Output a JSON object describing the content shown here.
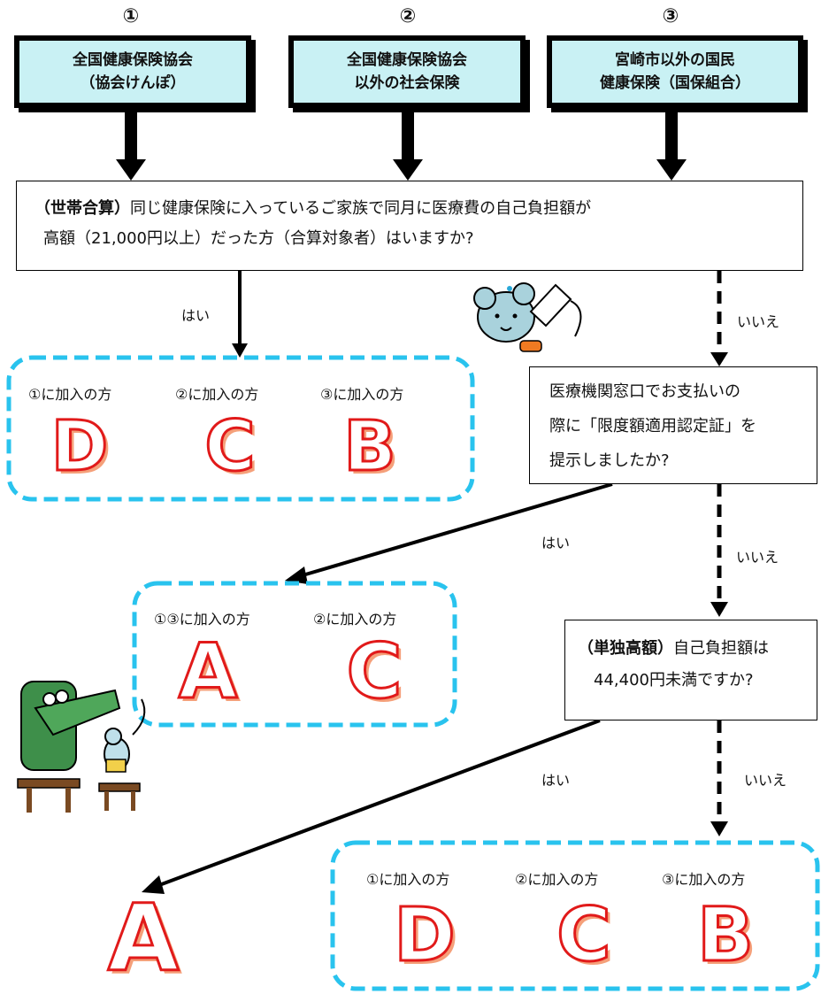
{
  "headers": [
    {
      "num": "①",
      "text": "全国健康保険協会\n（協会けんぽ）"
    },
    {
      "num": "②",
      "text": "全国健康保険協会\n以外の社会保険"
    },
    {
      "num": "③",
      "text": "宮崎市以外の国民\n健康保険（国保組合）"
    }
  ],
  "q1": {
    "bold": "（世帯合算）",
    "line1": "同じ健康保険に入っているご家族で同月に医療費の自己負担額が",
    "line2": "高額（21,000円以上）だった方（合算対象者）はいますか?"
  },
  "q2": {
    "lines": [
      "医療機関窓口でお支払いの",
      "際に「限度額適用認定証」を",
      "提示しましたか?"
    ]
  },
  "q3": {
    "bold": "（単独高額）",
    "line1": "自己負担額は",
    "line2": "44,400円未満ですか?"
  },
  "labels": {
    "yes": "はい",
    "no": "いいえ"
  },
  "result1": {
    "items": [
      {
        "label": "①に加入の方",
        "grade": "D"
      },
      {
        "label": "②に加入の方",
        "grade": "C"
      },
      {
        "label": "③に加入の方",
        "grade": "B"
      }
    ]
  },
  "result2": {
    "items": [
      {
        "label": "①③に加入の方",
        "grade": "A"
      },
      {
        "label": "②に加入の方",
        "grade": "C"
      }
    ]
  },
  "result3": {
    "grade": "A"
  },
  "result4": {
    "items": [
      {
        "label": "①に加入の方",
        "grade": "D"
      },
      {
        "label": "②に加入の方",
        "grade": "C"
      },
      {
        "label": "③に加入の方",
        "grade": "B"
      }
    ]
  },
  "colors": {
    "header_fill": "#c9f1f4",
    "dash_border": "#29c3ee",
    "grade_outline": "#e11a1a",
    "grade_shadow": "#f5a07a"
  }
}
